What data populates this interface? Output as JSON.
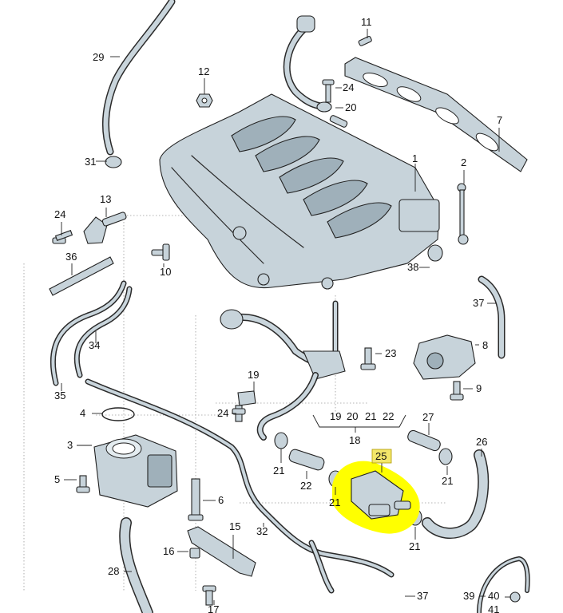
{
  "callouts": {
    "n29": "29",
    "n31": "31",
    "n11": "11",
    "n12": "12",
    "n24a": "24",
    "n20a": "20",
    "n7": "7",
    "n1": "1",
    "n2": "2",
    "n13": "13",
    "n24b": "24",
    "n36": "36",
    "n10": "10",
    "n38": "38",
    "n37a": "37",
    "n34": "34",
    "n23": "23",
    "n8": "8",
    "n35": "35",
    "n19a": "19",
    "n9": "9",
    "n4": "4",
    "n24c": "24",
    "n19b": "19",
    "n20b": "20",
    "n21a": "21",
    "n22a": "22",
    "n18": "18",
    "n27": "27",
    "n3": "3",
    "n26": "26",
    "n25": "25",
    "n21b": "21",
    "n21c": "21",
    "n5": "5",
    "n22b": "22",
    "n21d": "21",
    "n21e": "21",
    "n6": "6",
    "n15": "15",
    "n32": "32",
    "n16": "16",
    "n28": "28",
    "n17": "17",
    "n37b": "37",
    "n39": "39",
    "n40": "40",
    "n41": "41"
  },
  "highlight": {
    "part": "25",
    "color": "#ffff00"
  },
  "colors": {
    "part_fill": "#c7d3da",
    "line": "#222222",
    "background": "#ffffff"
  }
}
